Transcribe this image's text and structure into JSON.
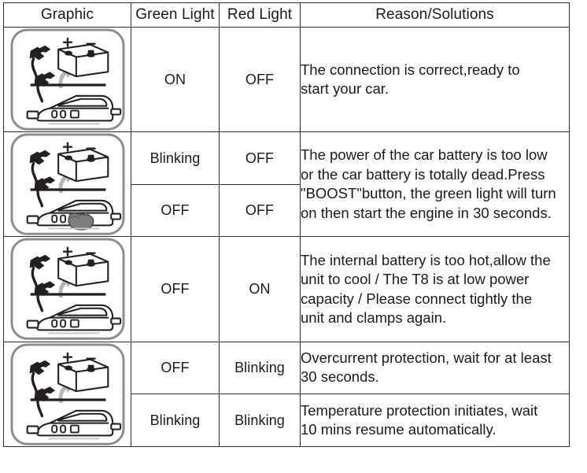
{
  "table": {
    "headers": [
      {
        "key": "graphic",
        "label": "Graphic"
      },
      {
        "key": "green",
        "label": "Green Light"
      },
      {
        "key": "red",
        "label": "Red Light"
      },
      {
        "key": "reason",
        "label": "Reason/Solutions"
      }
    ],
    "rows": [
      {
        "graphic": "jumper-clamps-battery-and-jump-starter",
        "graphic_variant": "plain",
        "lights": [
          {
            "green": "ON",
            "red": "OFF"
          }
        ],
        "reason": "The connection is correct,ready to\nstart your car."
      },
      {
        "graphic": "jumper-clamps-battery-and-jump-starter-with-hand-pressing-boost",
        "graphic_variant": "hand",
        "lights": [
          {
            "green": "Blinking",
            "red": "OFF"
          },
          {
            "green": "OFF",
            "red": "OFF"
          }
        ],
        "reason": "The power of the car battery is too low\nor the car battery is totally dead.Press\n\"BOOST\"button, the green light will turn\n on then start the engine in 30 seconds."
      },
      {
        "graphic": "jumper-clamps-battery-and-jump-starter",
        "graphic_variant": "plain",
        "lights": [
          {
            "green": "OFF",
            "red": "ON"
          }
        ],
        "reason": "The internal battery is too hot,allow the\nunit to cool / The T8 is at low power\ncapacity  / Please connect tightly the\nunit and clamps again."
      },
      {
        "graphic": "jumper-clamps-battery-and-jump-starter",
        "graphic_variant": "plain",
        "lights": [
          {
            "green": "OFF",
            "red": "Blinking"
          },
          {
            "green": "Blinking",
            "red": "Blinking"
          }
        ],
        "reasons": [
          "Overcurrent protection, wait for at least\n30 seconds.",
          "Temperature protection initiates, wait\n10 mins resume automatically."
        ]
      }
    ]
  },
  "graphic_legend": {
    "battery_positive": "+",
    "battery_negative": "–",
    "device_name": "jump-starter-unit",
    "clamp_name": "jumper-clamp"
  },
  "colors": {
    "border": "#2b2b2b",
    "sub_border": "#6f6f6f",
    "text": "#1a1a1a",
    "ink": "#231f20",
    "arrow": "#9a9a9a",
    "frame": "#8c8c8c",
    "background": "#ffffff"
  }
}
